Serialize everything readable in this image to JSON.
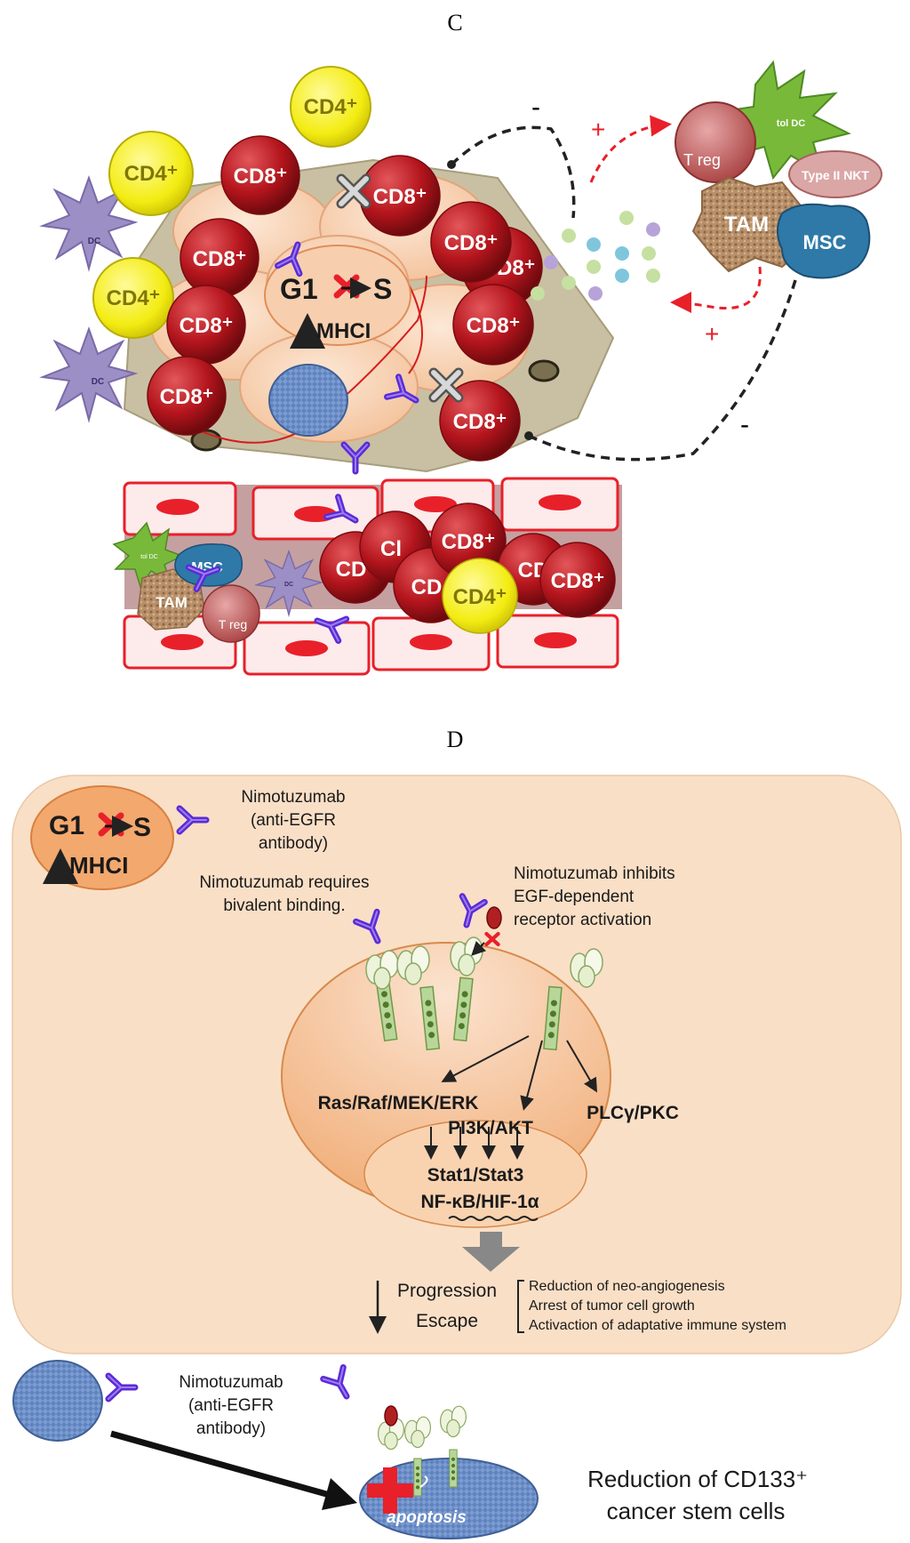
{
  "panel_c": {
    "title": "C",
    "cd4_label": "CD4⁺",
    "cd8_label": "CD8⁺",
    "dc_label": "DC",
    "tol_dc_label": "tol DC",
    "treg_label": "T reg",
    "nkt_label": "Type II NKT",
    "tam_label": "TAM",
    "msc_label": "MSC",
    "cycle_g1": "G1",
    "cycle_s": "S",
    "mhc_label": "MHCI",
    "minus_sign": "-",
    "plus_sign": "+",
    "vessel_partial_cd8": [
      "CD",
      "Cl",
      "CD",
      "CD"
    ],
    "colors": {
      "cd8": "#b5151d",
      "cd4": "#f3ec12",
      "tumor": "#f8d2b4",
      "stroma": "#c9c0a3",
      "dc": "#9c8fc6",
      "antibody": "#5b2bd6",
      "tol_dc": "#78b93a",
      "msc": "#2e79a8",
      "tam": "#b8906a",
      "vessel": "#e8202a"
    }
  },
  "panel_d": {
    "title": "D",
    "antibody_name": "Nimotuzumab",
    "antibody_desc_1": "(anti-EGFR",
    "antibody_desc_2": "antibody)",
    "bivalent_1": "Nimotuzumab requires",
    "bivalent_2": "bivalent binding.",
    "inhibits_1": "Nimotuzumab inhibits",
    "inhibits_2": "EGF-dependent",
    "inhibits_3": "receptor activation",
    "cycle_g1": "G1",
    "cycle_s": "S",
    "mhc_label": "MHCI",
    "pathway_1": "Ras/Raf/MEK/ERK",
    "pathway_2": "PI3K/AKT",
    "pathway_3": "PLCγ/PKC",
    "tf_1": "Stat1/Stat3",
    "tf_2": "NF-κB/HIF-1α",
    "progression": "Progression",
    "escape": "Escape",
    "effect_1": "Reduction of neo-angiogenesis",
    "effect_2": "Arrest of tumor cell growth",
    "effect_3": "Activaction of adaptative immune system",
    "apoptosis": "apoptosis",
    "stem_1": "Reduction of  CD133⁺",
    "stem_2": "cancer stem cells",
    "colors": {
      "panel_bg": "#f9dfc6",
      "cell": "#f3b585",
      "nucleus": "#f9d3b0",
      "receptor": "#8ab55b",
      "stem_cell": "#6a8cc3",
      "apoptosis_cross": "#e8202a"
    }
  }
}
